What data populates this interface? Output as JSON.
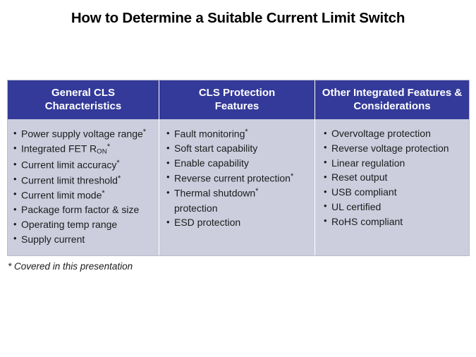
{
  "slide": {
    "title": "How to Determine a Suitable Current Limit Switch",
    "footnote": "* Covered in this presentation"
  },
  "colors": {
    "header_blue": "#343a99",
    "body_lavender": "#ccceDE",
    "header_text": "#ffffff",
    "body_text": "#1b1b1b",
    "page_background": "#ffffff"
  },
  "table": {
    "columns": [
      {
        "header_line1": "General CLS",
        "header_line2": "Characteristics",
        "items": [
          {
            "text": "Power supply voltage range",
            "starred": true
          },
          {
            "text": "Integrated FET R",
            "subscript": "ON",
            "starred": true
          },
          {
            "text": "Current limit accuracy",
            "starred": true
          },
          {
            "text": "Current limit threshold",
            "starred": true
          },
          {
            "text": "Current limit mode",
            "starred": true
          },
          {
            "text": "Package form factor & size",
            "starred": false
          },
          {
            "text": "Operating temp range",
            "starred": false
          },
          {
            "text": "Supply current",
            "starred": false
          }
        ]
      },
      {
        "header_line1": "CLS Protection",
        "header_line2": "Features",
        "items": [
          {
            "text": "Fault monitoring",
            "starred": true
          },
          {
            "text": "Soft start capability",
            "starred": false
          },
          {
            "text": "Enable capability",
            "starred": false
          },
          {
            "text": "Reverse current protection",
            "starred": true
          },
          {
            "text": "Thermal shutdown",
            "starred": true,
            "continuation": "protection"
          },
          {
            "text": "ESD protection",
            "starred": false
          }
        ]
      },
      {
        "header_line1": "Other Integrated Features &",
        "header_line2": "Considerations",
        "items": [
          {
            "text": "Overvoltage protection",
            "starred": false
          },
          {
            "text": "Reverse voltage protection",
            "starred": false
          },
          {
            "text": "Linear regulation",
            "starred": false
          },
          {
            "text": "Reset output",
            "starred": false
          },
          {
            "text": "USB compliant",
            "starred": false
          },
          {
            "text": "UL certified",
            "starred": false
          },
          {
            "text": "RoHS compliant",
            "starred": false
          }
        ]
      }
    ]
  }
}
